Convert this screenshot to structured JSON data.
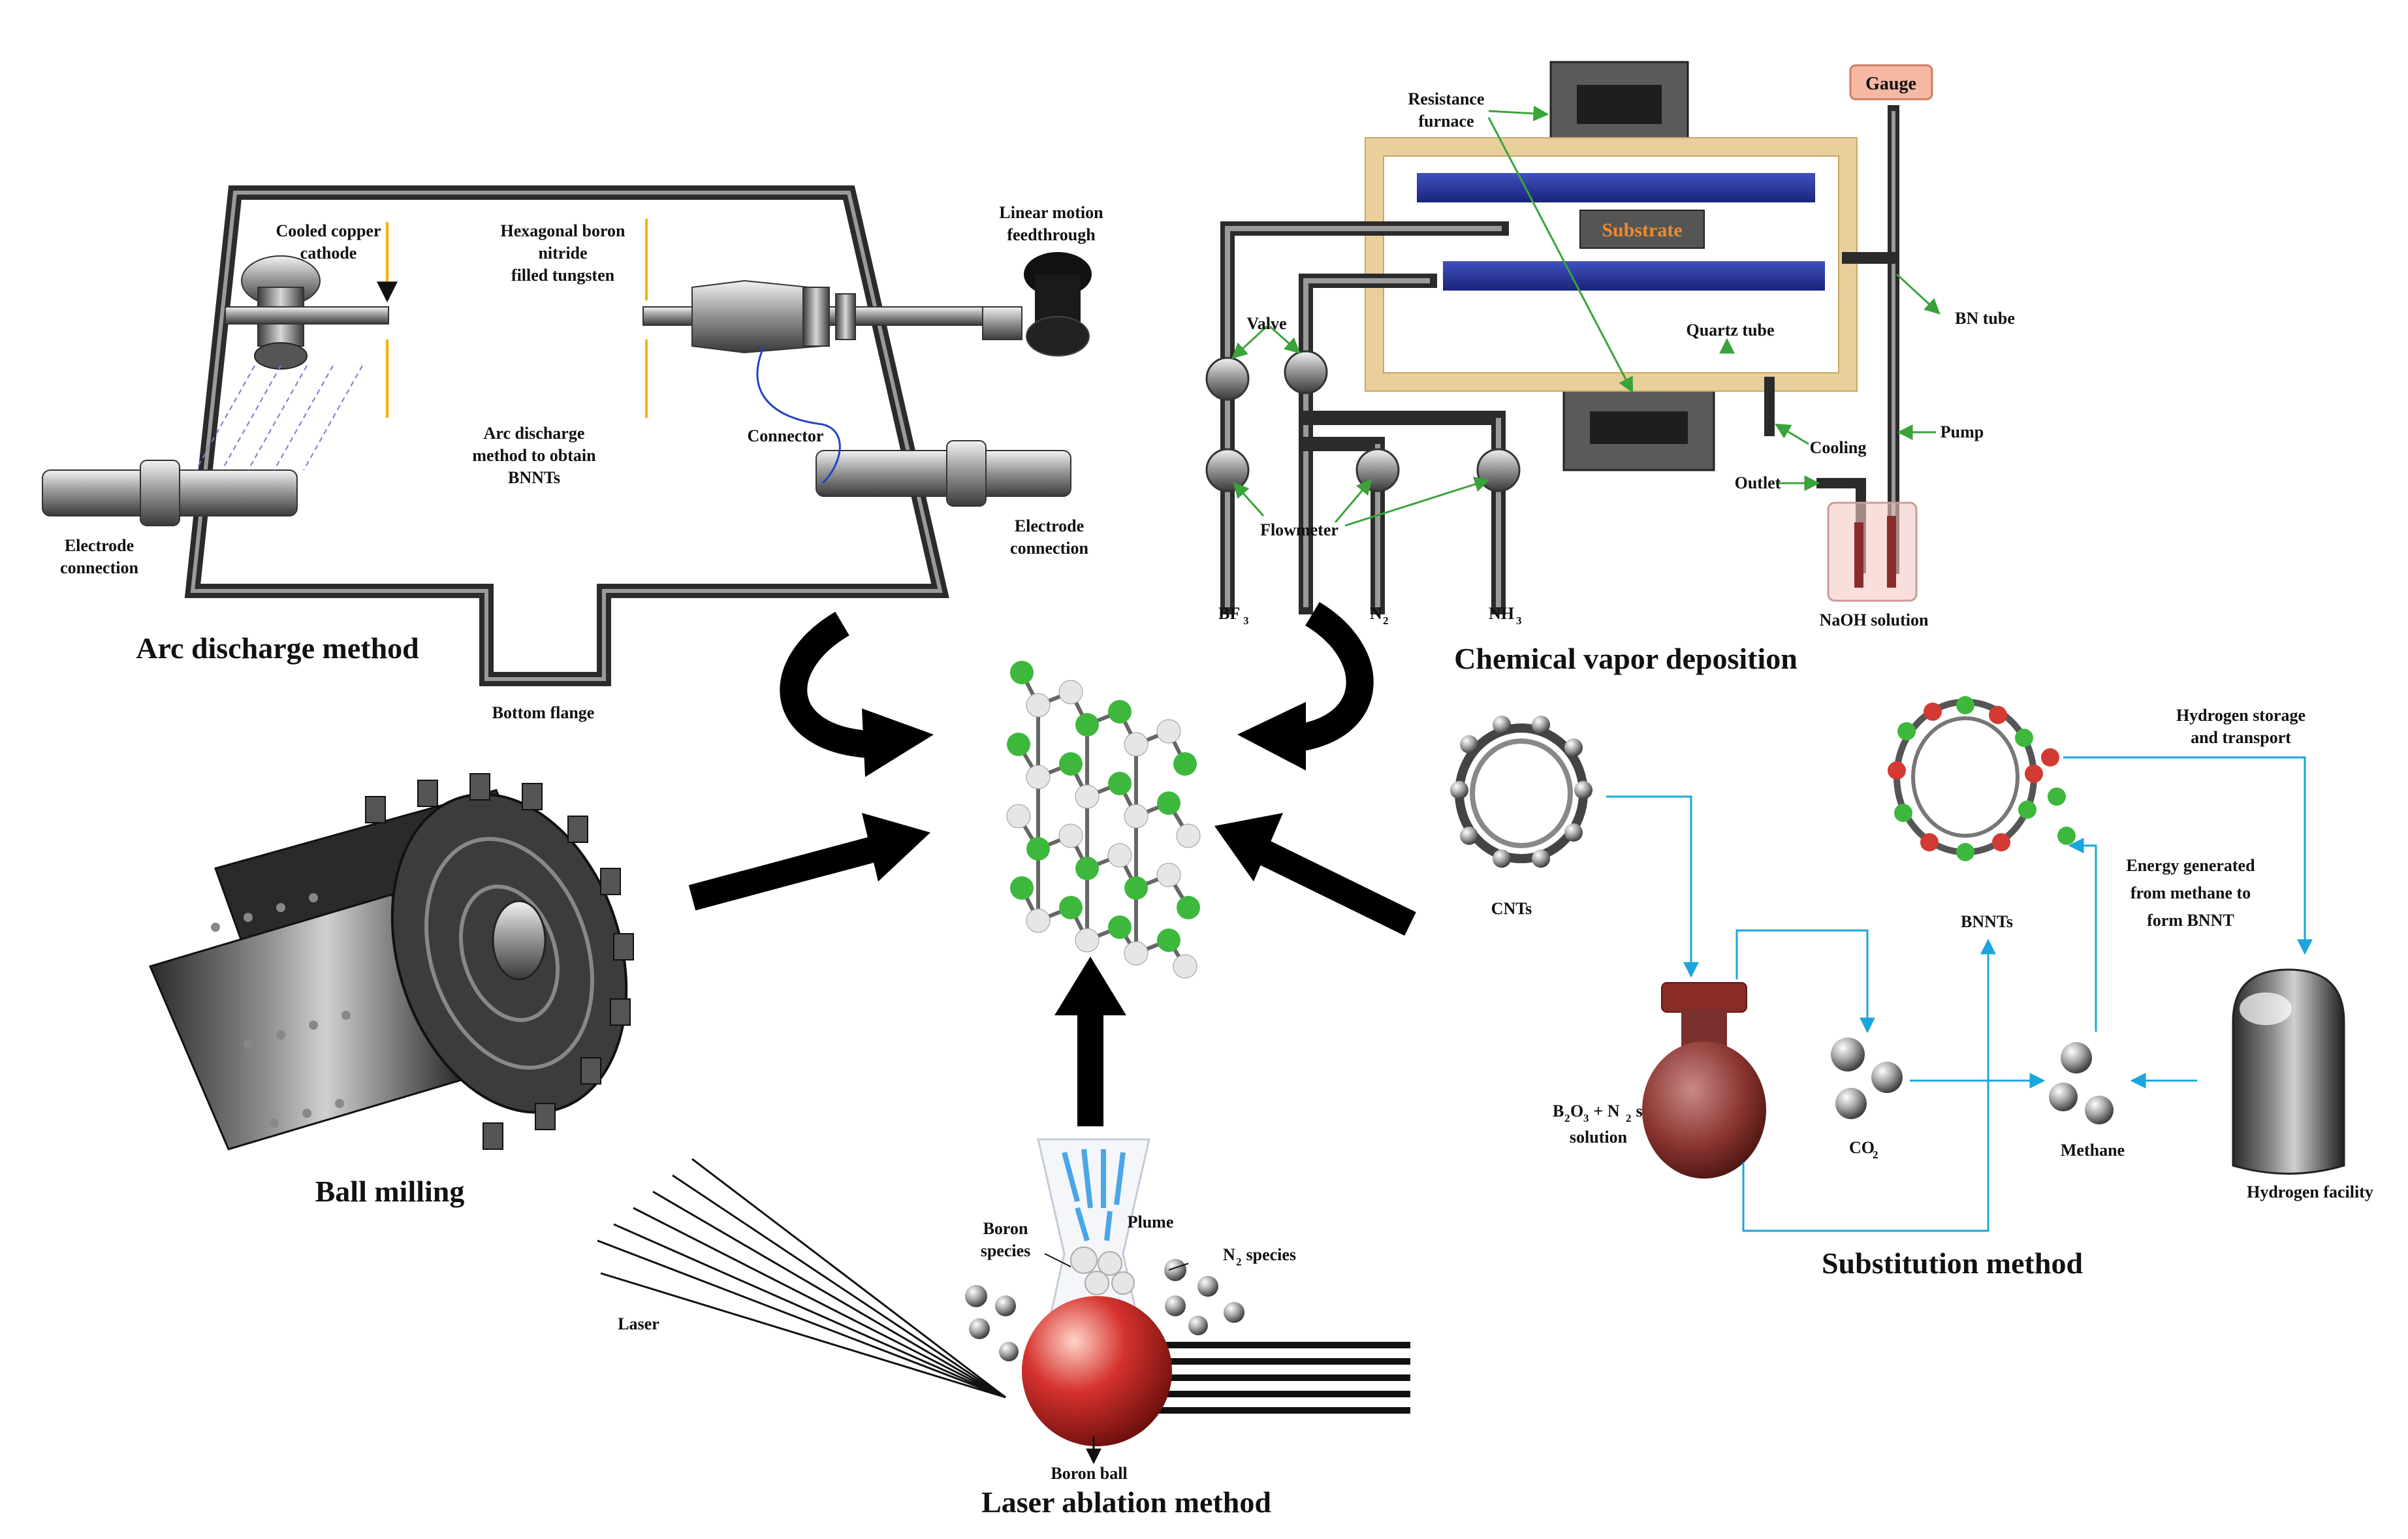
{
  "sections": {
    "arc": "Arc discharge method",
    "cvd": "Chemical vapor deposition",
    "ball": "Ball milling",
    "laser": "Laser ablation method",
    "subst": "Substitution method"
  },
  "arc_labels": {
    "cathode_1": "Cooled copper",
    "cathode_2": "cathode",
    "hbn_1": "Hexagonal boron",
    "hbn_2": "nitride",
    "hbn_3": "filled tungsten",
    "linear_1": "Linear motion",
    "linear_2": "feedthrough",
    "center_1": "Arc discharge",
    "center_2": "method to obtain",
    "center_3": "BNNTs",
    "connector": "Connector",
    "electrode_left_1": "Electrode",
    "electrode_left_2": "connection",
    "electrode_right_1": "Electrode",
    "electrode_right_2": "connection",
    "bottom_flange": "Bottom flange"
  },
  "cvd_labels": {
    "furnace_1": "Resistance",
    "furnace_2": "furnace",
    "gauge": "Gauge",
    "substrate": "Substrate",
    "valve": "Valve",
    "quartz": "Quartz tube",
    "bn_tube": "BN tube",
    "cooling": "Cooling",
    "pump": "Pump",
    "outlet": "Outlet",
    "flowmeter": "Flowmeter",
    "bf3": "BF",
    "bf3_sub": "3",
    "n2": "N",
    "n2_sub": "2",
    "nh3": "NH",
    "nh3_sub": "3",
    "naoh": "NaOH solution"
  },
  "laser_labels": {
    "plume": "Plume",
    "boron_1": "Boron",
    "boron_2": "species",
    "n2_species_a": "N",
    "n2_species_sub": "2",
    "n2_species_b": " species",
    "laser": "Laser",
    "boron_ball": "Boron ball"
  },
  "subst_labels": {
    "cnts": "CNTs",
    "bnnts": "BNNTs",
    "h2_1": "Hydrogen storage",
    "h2_2": "and transport",
    "energy_1": "Energy generated",
    "energy_2": "from methane to",
    "energy_3": "form BNNT",
    "b2o3_a": "B",
    "b2o3_s1": "2",
    "b2o3_b": "O",
    "b2o3_s2": "3",
    "b2o3_c": " + N",
    "b2o3_s3": "2",
    "b2o3_d": " s",
    "solution": "solution",
    "co2_a": "CO",
    "co2_s": "2",
    "methane": "Methane",
    "hfacility": "Hydrogen facility"
  },
  "colors": {
    "boron_green": "#3db83d",
    "nitrogen_white": "#e6e6e6",
    "cyan_flow": "#1aa6dd",
    "label_arrow_green": "#3aa33a",
    "quartz_tube": "#e9cf9b",
    "substrate_text": "#f08a2b",
    "gauge_fill": "#f6b8a3",
    "heater_blue": "#2b3aa8",
    "boron_ball_red": "#d6322d"
  }
}
